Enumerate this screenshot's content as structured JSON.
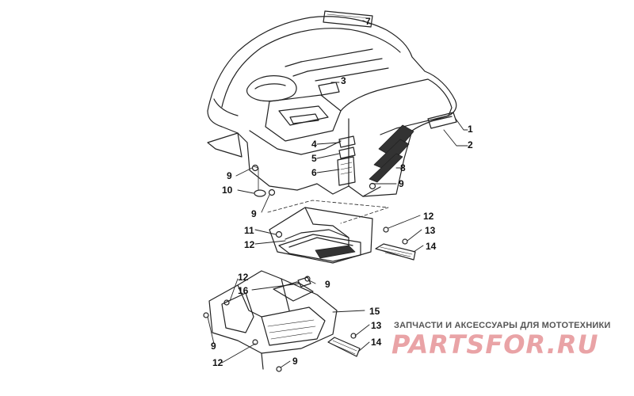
{
  "callouts": {
    "c1": "1",
    "c2": "2",
    "c3": "3",
    "c4": "4",
    "c5": "5",
    "c6": "6",
    "c7": "7",
    "c8": "8",
    "c9a": "9",
    "c9b": "9",
    "c9c": "9",
    "c9d": "9",
    "c9e": "9",
    "c9f": "9",
    "c10": "10",
    "c11": "11",
    "c12a": "12",
    "c12b": "12",
    "c12c": "12",
    "c12d": "12",
    "c13a": "13",
    "c13b": "13",
    "c14a": "14",
    "c14b": "14",
    "c15": "15",
    "c16": "16"
  },
  "watermark": {
    "tagline": "ЗАПЧАСТИ И АКСЕССУАРЫ ДЛЯ МОТОТЕХНИКИ",
    "logo": "PARTSFOR.RU",
    "logo_color": "#e9a3a6"
  },
  "colors": {
    "line": "#222222",
    "dark_fill": "#333333"
  }
}
